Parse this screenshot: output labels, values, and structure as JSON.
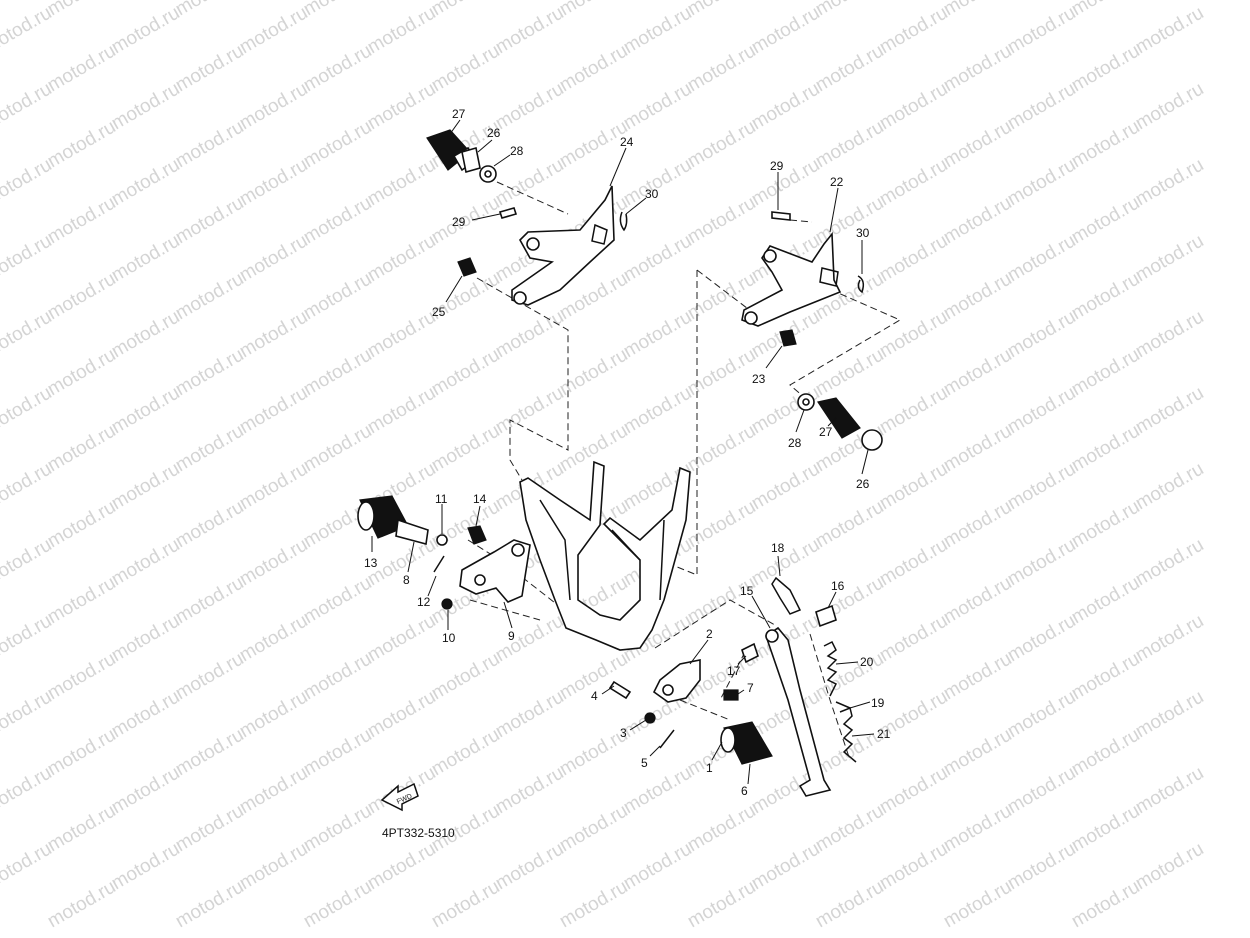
{
  "watermark_text": "motod.ru",
  "diagram_code": "4PT332-5310",
  "direction_sign": "FWD",
  "callouts": [
    {
      "id": "c27a",
      "text": "27"
    },
    {
      "id": "c26a",
      "text": "26"
    },
    {
      "id": "c28a",
      "text": "28"
    },
    {
      "id": "c24",
      "text": "24"
    },
    {
      "id": "c30a",
      "text": "30"
    },
    {
      "id": "c29a",
      "text": "29"
    },
    {
      "id": "c25",
      "text": "25"
    },
    {
      "id": "c29b",
      "text": "29"
    },
    {
      "id": "c22",
      "text": "22"
    },
    {
      "id": "c30b",
      "text": "30"
    },
    {
      "id": "c23",
      "text": "23"
    },
    {
      "id": "c28b",
      "text": "28"
    },
    {
      "id": "c27b",
      "text": "27"
    },
    {
      "id": "c26b",
      "text": "26"
    },
    {
      "id": "c11",
      "text": "11"
    },
    {
      "id": "c14",
      "text": "14"
    },
    {
      "id": "c13",
      "text": "13"
    },
    {
      "id": "c8",
      "text": "8"
    },
    {
      "id": "c12",
      "text": "12"
    },
    {
      "id": "c10",
      "text": "10"
    },
    {
      "id": "c9",
      "text": "9"
    },
    {
      "id": "c18",
      "text": "18"
    },
    {
      "id": "c15",
      "text": "15"
    },
    {
      "id": "c16",
      "text": "16"
    },
    {
      "id": "c2",
      "text": "2"
    },
    {
      "id": "c17",
      "text": "17"
    },
    {
      "id": "c20",
      "text": "20"
    },
    {
      "id": "c4",
      "text": "4"
    },
    {
      "id": "c7",
      "text": "7"
    },
    {
      "id": "c19",
      "text": "19"
    },
    {
      "id": "c3",
      "text": "3"
    },
    {
      "id": "c21",
      "text": "21"
    },
    {
      "id": "c5",
      "text": "5"
    },
    {
      "id": "c1",
      "text": "1"
    },
    {
      "id": "c6",
      "text": "6"
    }
  ]
}
